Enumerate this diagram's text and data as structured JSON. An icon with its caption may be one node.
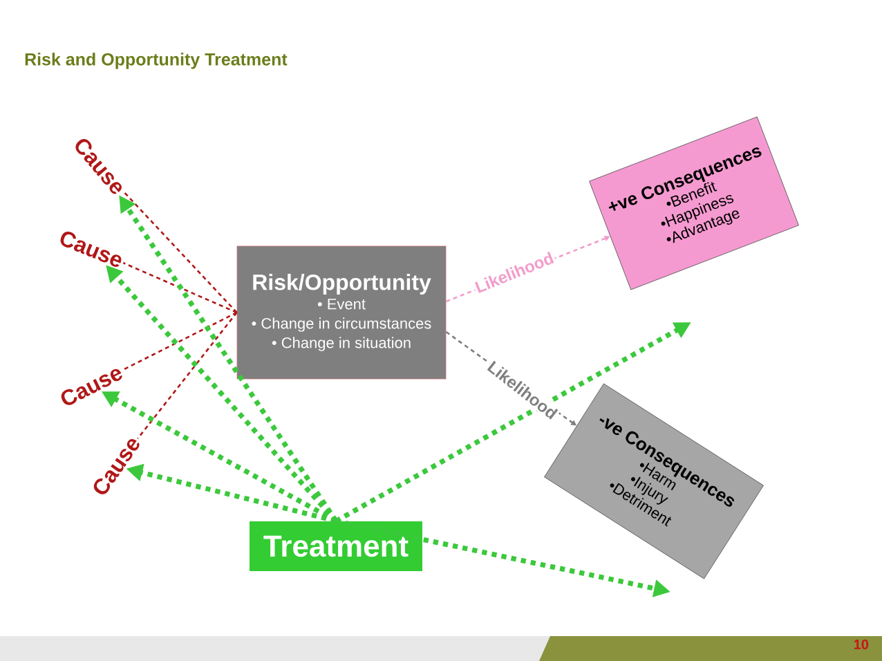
{
  "diagram": {
    "title": "Risk and Opportunity Treatment",
    "nodes": [
      {
        "text": [
          "Cause"
        ]
      },
      {
        "text": [
          "Cause"
        ]
      },
      {
        "text": [
          "Cause"
        ]
      },
      {
        "text": [
          "Cause"
        ]
      },
      {
        "text": [
          "Risk/Opportunity",
          "• Event",
          "• Change in circumstances",
          "• Change in situation"
        ]
      },
      {
        "text": [
          "+ve Consequences",
          "•Benefit",
          "•Happiness",
          "•Advantage"
        ]
      },
      {
        "text": [
          "-ve Consequences",
          "•Harm",
          "•Injury",
          "•Detriment"
        ]
      },
      {
        "text": [
          "Treatment"
        ]
      }
    ],
    "edges": [
      {
        "from": 4,
        "to": 0,
        "arrow": "none",
        "style": "dashed",
        "color": "#b01818"
      },
      {
        "from": 4,
        "to": 1,
        "arrow": "none",
        "style": "dashed",
        "color": "#b01818"
      },
      {
        "from": 4,
        "to": 2,
        "arrow": "none",
        "style": "dashed",
        "color": "#b01818"
      },
      {
        "from": 4,
        "to": 3,
        "arrow": "none",
        "style": "dashed",
        "color": "#b01818"
      },
      {
        "from": 7,
        "to": 0,
        "arrow": "to",
        "style": "dashed",
        "color": "#3cc83c"
      },
      {
        "from": 7,
        "to": 1,
        "arrow": "to",
        "style": "dashed",
        "color": "#3cc83c"
      },
      {
        "from": 7,
        "to": 2,
        "arrow": "to",
        "style": "dashed",
        "color": "#3cc83c"
      },
      {
        "from": 7,
        "to": 3,
        "arrow": "to",
        "style": "dashed",
        "color": "#3cc83c"
      },
      {
        "from": 7,
        "to": null,
        "arrow": "to",
        "style": "dashed",
        "color": "#3cc83c"
      },
      {
        "from": 7,
        "to": null,
        "arrow": "to",
        "style": "dashed",
        "color": "#3cc83c"
      },
      {
        "from": 4,
        "to": 5,
        "label": "Likelihood",
        "arrow": "to",
        "style": "dashed",
        "color": "#f29ccb"
      },
      {
        "from": 4,
        "to": 6,
        "label": "Likelihood",
        "arrow": "to",
        "style": "dashed",
        "color": "#7f7f7f"
      }
    ],
    "labels": [
      "10"
    ]
  }
}
